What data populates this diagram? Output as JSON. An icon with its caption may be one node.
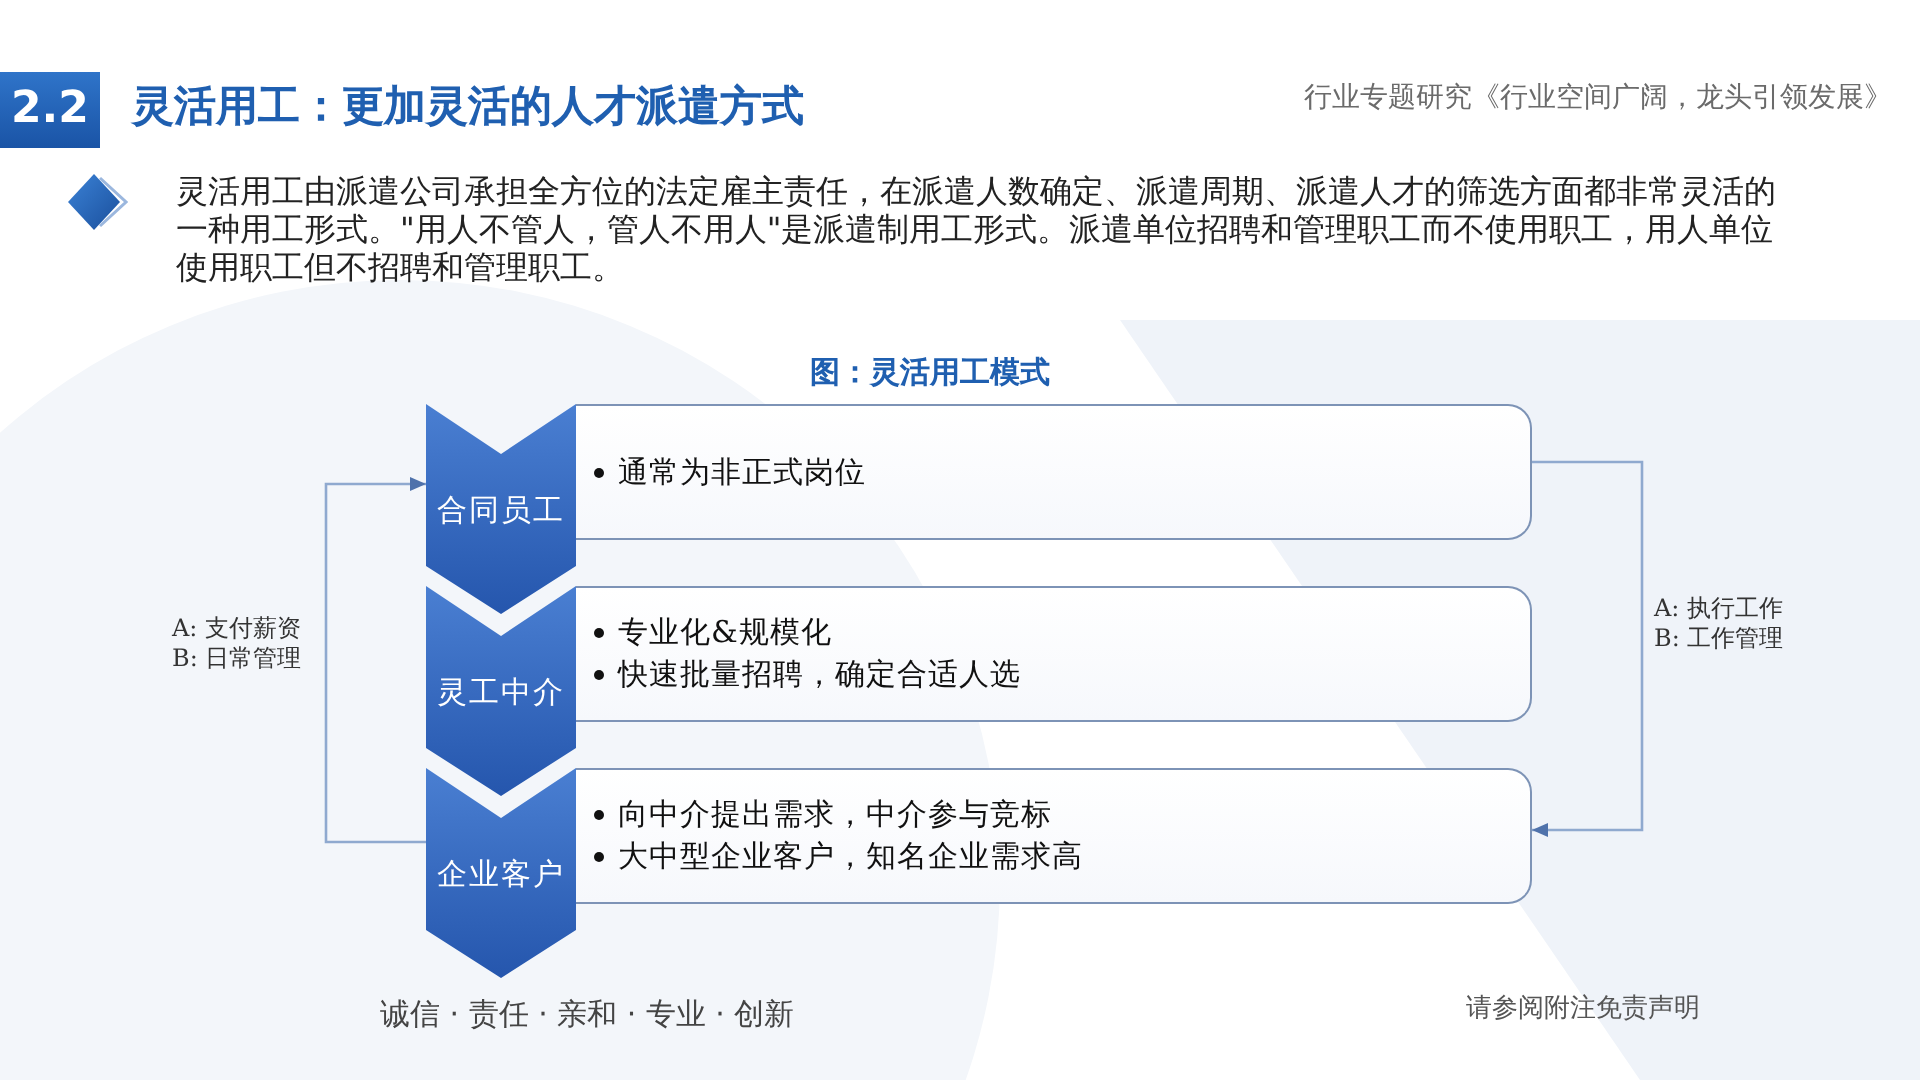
{
  "diagram": {
    "title": "灵活用工：更加灵活的人才派遣方式",
    "caption": "图：灵活用工模式",
    "nodes": [
      {
        "text": [
          "合同员工"
        ]
      },
      {
        "text": [
          "通常为非正式岗位"
        ]
      },
      {
        "text": [
          "灵工中介"
        ]
      },
      {
        "text": [
          "专业化&规模化",
          "快速批量招聘，确定合适人选"
        ]
      },
      {
        "text": [
          "企业客户"
        ]
      },
      {
        "text": [
          "向中介提出需求，中介参与竞标",
          "大中型企业客户，知名企业需求高"
        ]
      }
    ],
    "edges": [
      {
        "from": 4,
        "to": 0,
        "arrow": "to",
        "label": "A: 支付薪资 B: 日常管理"
      },
      {
        "from": 1,
        "to": 5,
        "arrow": "to",
        "label": "A: 执行工作 B: 工作管理"
      }
    ],
    "labels": [
      "2.2",
      "行业专题研究《行业空间广阔，龙头引领发展》",
      "灵活用工由派遣公司承担全方位的法定雇主责任，在派遣人数确定、派遣周期、派遣人才的筛选方面都非常灵活的一种用工形式。\"用人不管人，管人不用人\"是派遣制用工形式。派遣单位招聘和管理职工而不使用职工，用人单位使用职工但不招聘和管理职工。",
      "诚信 · 责任 · 亲和 · 专业 · 创新",
      "请参阅附注免责声明"
    ]
  }
}
